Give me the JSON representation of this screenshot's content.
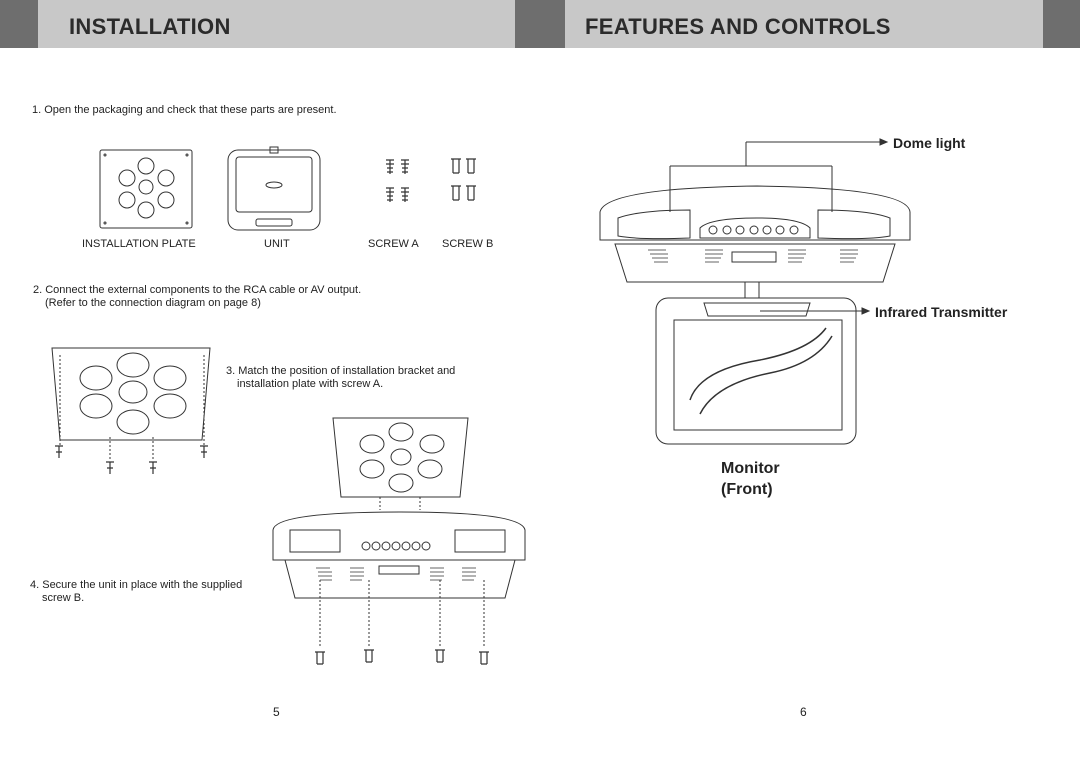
{
  "left_page": {
    "title": "INSTALLATION",
    "step1": "1. Open the packaging and check that these parts are present.",
    "parts": [
      "INSTALLATION PLATE",
      "UNIT",
      "SCREW A",
      "SCREW B"
    ],
    "step2_line1": "2. Connect the external components to the RCA cable or AV output.",
    "step2_line2": "(Refer to the connection diagram on page 8)",
    "step3_line1": "3. Match the position of installation bracket and",
    "step3_line2": "installation plate with screw A.",
    "step4_line1": "4. Secure the unit in place with the supplied",
    "step4_line2": "screw B.",
    "page_number": "5"
  },
  "right_page": {
    "title": "FEATURES AND CONTROLS",
    "label_dome_light": "Dome light",
    "label_infrared": "Infrared Transmitter",
    "caption_line1": "Monitor",
    "caption_line2": "(Front)",
    "page_number": "6"
  }
}
